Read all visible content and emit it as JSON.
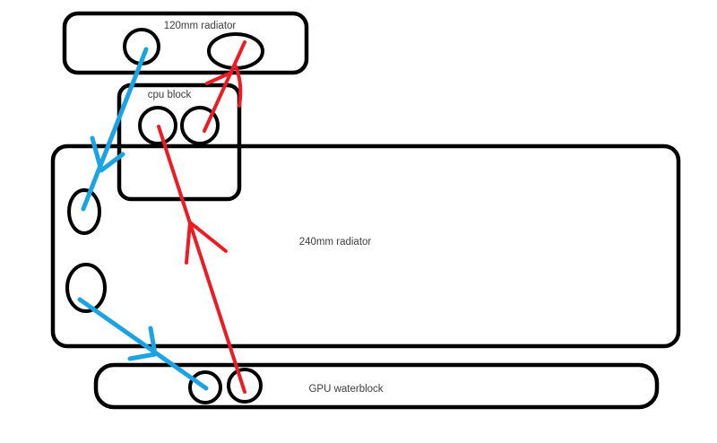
{
  "colors": {
    "background": "#ffffff",
    "outline": "#000000",
    "coolFlow": "#1ba3e4",
    "hotFlow": "#ed1c24",
    "labelText": "#3d3d3d"
  },
  "components": {
    "radiator120": {
      "label": "120mm radiator",
      "ports": 2
    },
    "cpuBlock": {
      "label": "cpu block",
      "ports": 2
    },
    "radiator240": {
      "label": "240mm radiator",
      "ports": 2
    },
    "gpuWaterblock": {
      "label": "GPU waterblock",
      "ports": 2
    }
  },
  "flows": [
    {
      "from": "120mm radiator",
      "to": "240mm radiator",
      "color": "coolFlow"
    },
    {
      "from": "240mm radiator",
      "to": "GPU waterblock",
      "color": "coolFlow"
    },
    {
      "from": "GPU waterblock",
      "to": "cpu block",
      "color": "hotFlow"
    },
    {
      "from": "cpu block",
      "to": "120mm radiator",
      "color": "hotFlow"
    }
  ]
}
